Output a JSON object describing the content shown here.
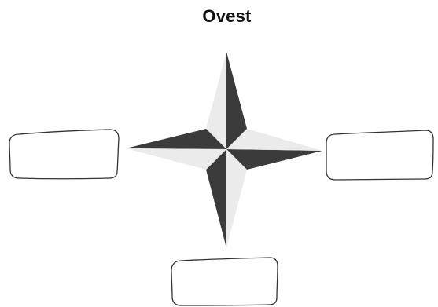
{
  "title": "Ovest",
  "colors": {
    "dark": "#3b3b3b",
    "light": "#ebebeb",
    "box_stroke": "#333333",
    "box_fill": "#ffffff"
  },
  "boxes": [
    {
      "name": "left-answer-box",
      "text": ""
    },
    {
      "name": "right-answer-box",
      "text": ""
    },
    {
      "name": "bottom-answer-box",
      "text": ""
    }
  ]
}
